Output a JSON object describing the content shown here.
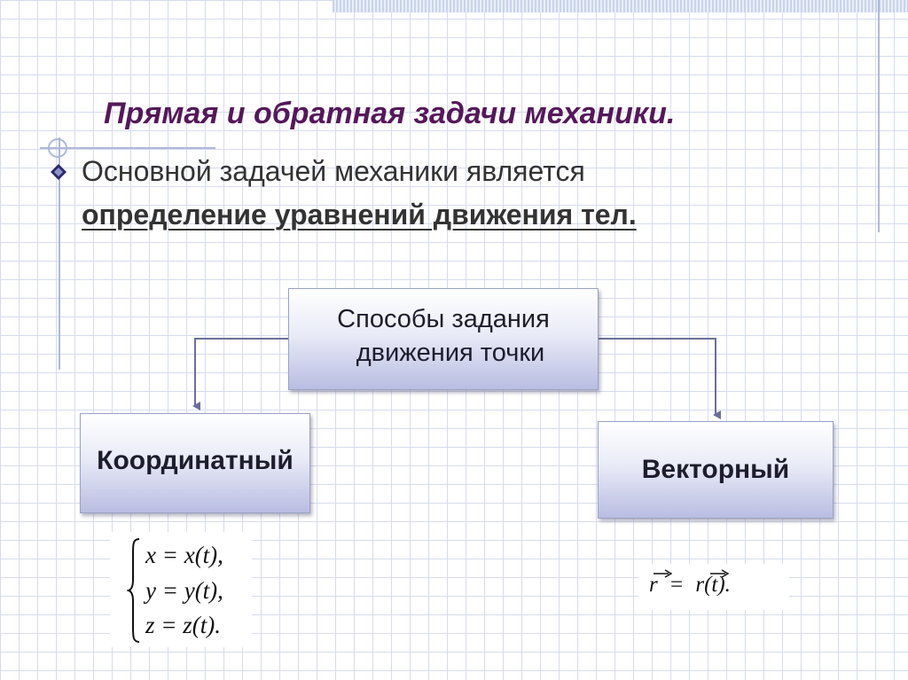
{
  "slide": {
    "title": "Прямая и обратная задачи механики.",
    "bullet_line1": "Основной задачей механики является",
    "bullet_line2": "определение уравнений движения тел."
  },
  "diagram": {
    "root": {
      "line1": "Способы задания",
      "line2": "движения точки"
    },
    "children": [
      {
        "label": "Координатный"
      },
      {
        "label": "Векторный"
      }
    ]
  },
  "formulas": {
    "coordinate": [
      "x = x(t),",
      "y = y(t),",
      "z = z(t)."
    ],
    "vector": {
      "lhs": "r",
      "equals": "=",
      "rhs": "r(t)."
    }
  },
  "colors": {
    "title": "#55185a",
    "text": "#333333",
    "box_border": "#9aa2c4",
    "connector": "#6b6f99",
    "frame_line": "#aeb9d8"
  },
  "icons": {
    "bullet": "diamond-bullet-icon"
  }
}
